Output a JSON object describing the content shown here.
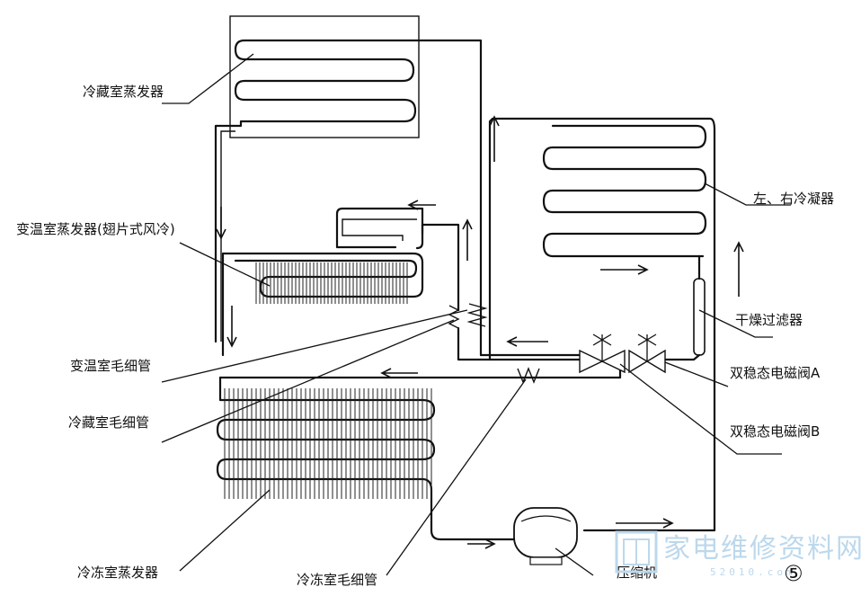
{
  "labels": {
    "fridge_evaporator": "冷藏室蒸发器",
    "variable_evaporator": "变温室蒸发器(翅片式风冷)",
    "variable_capillary": "变温室毛细管",
    "fridge_capillary": "冷藏室毛细管",
    "freezer_evaporator": "冷冻室蒸发器",
    "freezer_capillary": "冷冻室毛细管",
    "condenser": "左、右冷凝器",
    "dryer_filter": "干燥过滤器",
    "valve_a": "双稳态电磁阀A",
    "valve_b": "双稳态电磁阀B",
    "compressor": "压缩机",
    "figure_number": "⑤"
  },
  "watermark": {
    "text": "家电维修资料网",
    "url_text": "52010.com"
  }
}
